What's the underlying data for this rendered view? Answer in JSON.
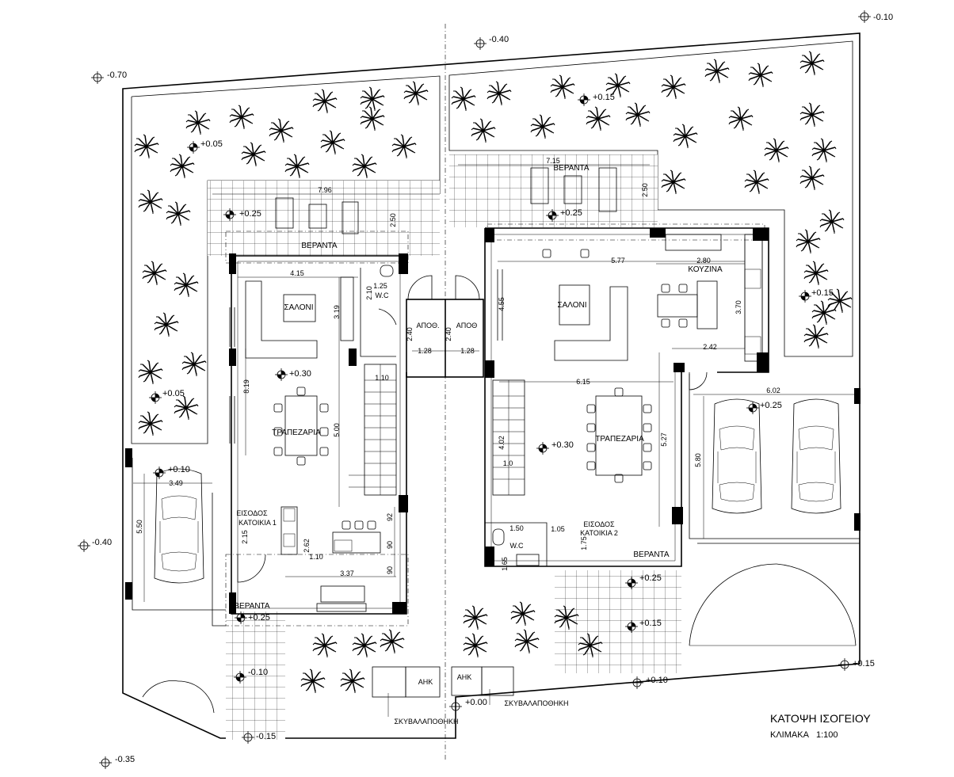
{
  "title": "ΚΑΤΟΨΗ ΙΣΟΓΕΙΟΥ",
  "scale_label": "ΚΛΙΜΑΚΑ",
  "scale_value": "1:100",
  "rooms": {
    "veranda_left": "ΒΕΡΑΝΤΑ",
    "veranda_right": "ΒΕΡΑΝΤΑ",
    "veranda_left_bottom": "ΒΕΡΑΝΤΑ",
    "veranda_right_bottom": "ΒΕΡΑΝΤΑ",
    "saloni_left": "ΣΑΛΟΝΙ",
    "saloni_right": "ΣΑΛΟΝΙ",
    "trapezaria_left": "ΤΡΑΠΕΖΑΡΙΑ",
    "trapezaria_right": "ΤΡΑΠΕΖΑΡΙΑ",
    "kouzina": "ΚΟΥΖΙΝΑ",
    "wc_left": "W.C",
    "wc_right": "W.C",
    "apoth_1": "ΑΠΟΘ.",
    "apoth_2": "ΑΠΟΘ",
    "eisodos_1_a": "ΕΙΣΟΔΟΣ",
    "eisodos_1_b": "ΚΑΤΟΙΚΙΑ 1",
    "eisodos_2_a": "ΕΙΣΟΔΟΣ",
    "eisodos_2_b": "ΚΑΤΟΙΚΙΑ 2",
    "ahk_left": "ΑΗΚ",
    "ahk_right": "ΑΗΚ",
    "bin_left": "ΣΚΥΒΑΛΑΠΟΘΗΚΗ",
    "bin_right": "ΣΚΥΒΑΛΑΠΟΘΗΚΗ"
  },
  "levels": {
    "l1": "-0.10",
    "l2": "-0.40",
    "l3": "-0.70",
    "l4": "+0.05",
    "l5": "+0.15",
    "l6": "+0.25",
    "l7": "+0.25",
    "l8": "+0.15",
    "l9": "+0.30",
    "l10": "+0.05",
    "l11": "+0.25",
    "l12": "+0.10",
    "l13": "+0.30",
    "l14": "-0.40",
    "l15": "+0.25",
    "l16": "+0.25",
    "l17": "+0.15",
    "l18": "-0.10",
    "l19": "+0.15",
    "l20": "+0.10",
    "l21": "+0.00",
    "l22": "-0.15",
    "l23": "-0.35"
  },
  "dims": {
    "d1": "7.96",
    "d2": "2.50",
    "d3": "7.15",
    "d4": "2.50",
    "d5": "4.15",
    "d6": "1.25",
    "d7": "2.10",
    "d8": "3.19",
    "d9": "5.77",
    "d10": "2.80",
    "d11": "4.55",
    "d12": "3.70",
    "d13": "2.40",
    "d14": "2.40",
    "d15": "1.28",
    "d16": "1.28",
    "d17": "2.42",
    "d18": "6.15",
    "d19": "1.10",
    "d20": "8.19",
    "d21": "5.00",
    "d22": "6.02",
    "d23": "3.49",
    "d24": "5.50",
    "d25": "5.27",
    "d26": "5.80",
    "d27": "4.02",
    "d28": "1.0",
    "d29": "1.50",
    "d30": "1.05",
    "d31": "1.75",
    "d32": "1.65",
    "d33": "2.15",
    "d34": "2.62",
    "d35": "1.10",
    "d36": "3.37",
    "d37": "92",
    "d38": "90",
    "d39": "90"
  }
}
